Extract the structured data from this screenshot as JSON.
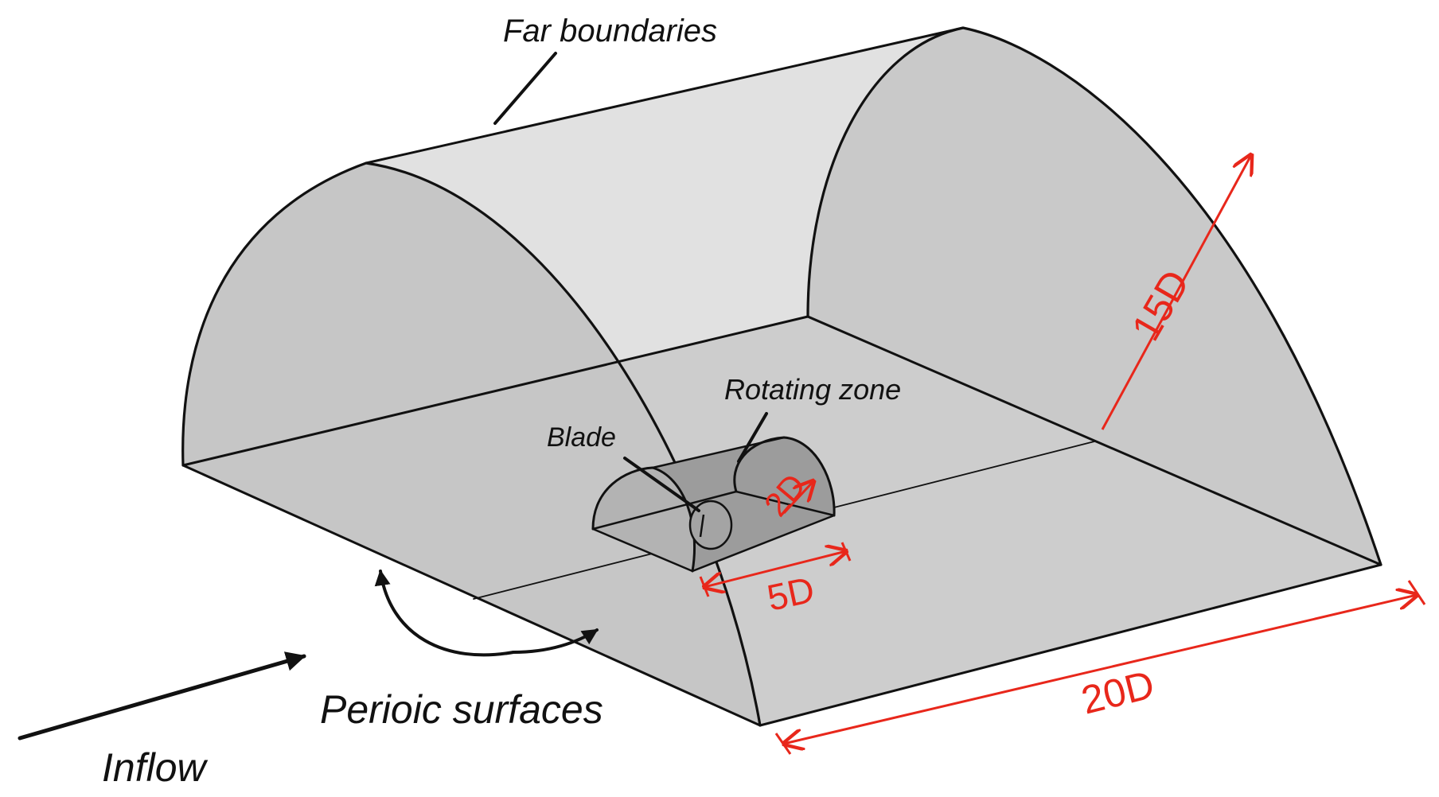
{
  "diagram": {
    "labels": {
      "far_boundaries": "Far boundaries",
      "rotating_zone": "Rotating zone",
      "blade": "Blade",
      "periodic_surfaces": "Perioic surfaces",
      "inflow": "Inflow"
    },
    "dimensions": {
      "height": "15D",
      "length": "20D",
      "zone_length": "5D",
      "zone_radius": "2D"
    },
    "colors": {
      "surface": "#cfcfcf",
      "rotating_zone": "#a9a9a9",
      "outline": "#111111",
      "dimension": "#e8271b",
      "background": "#ffffff"
    }
  }
}
